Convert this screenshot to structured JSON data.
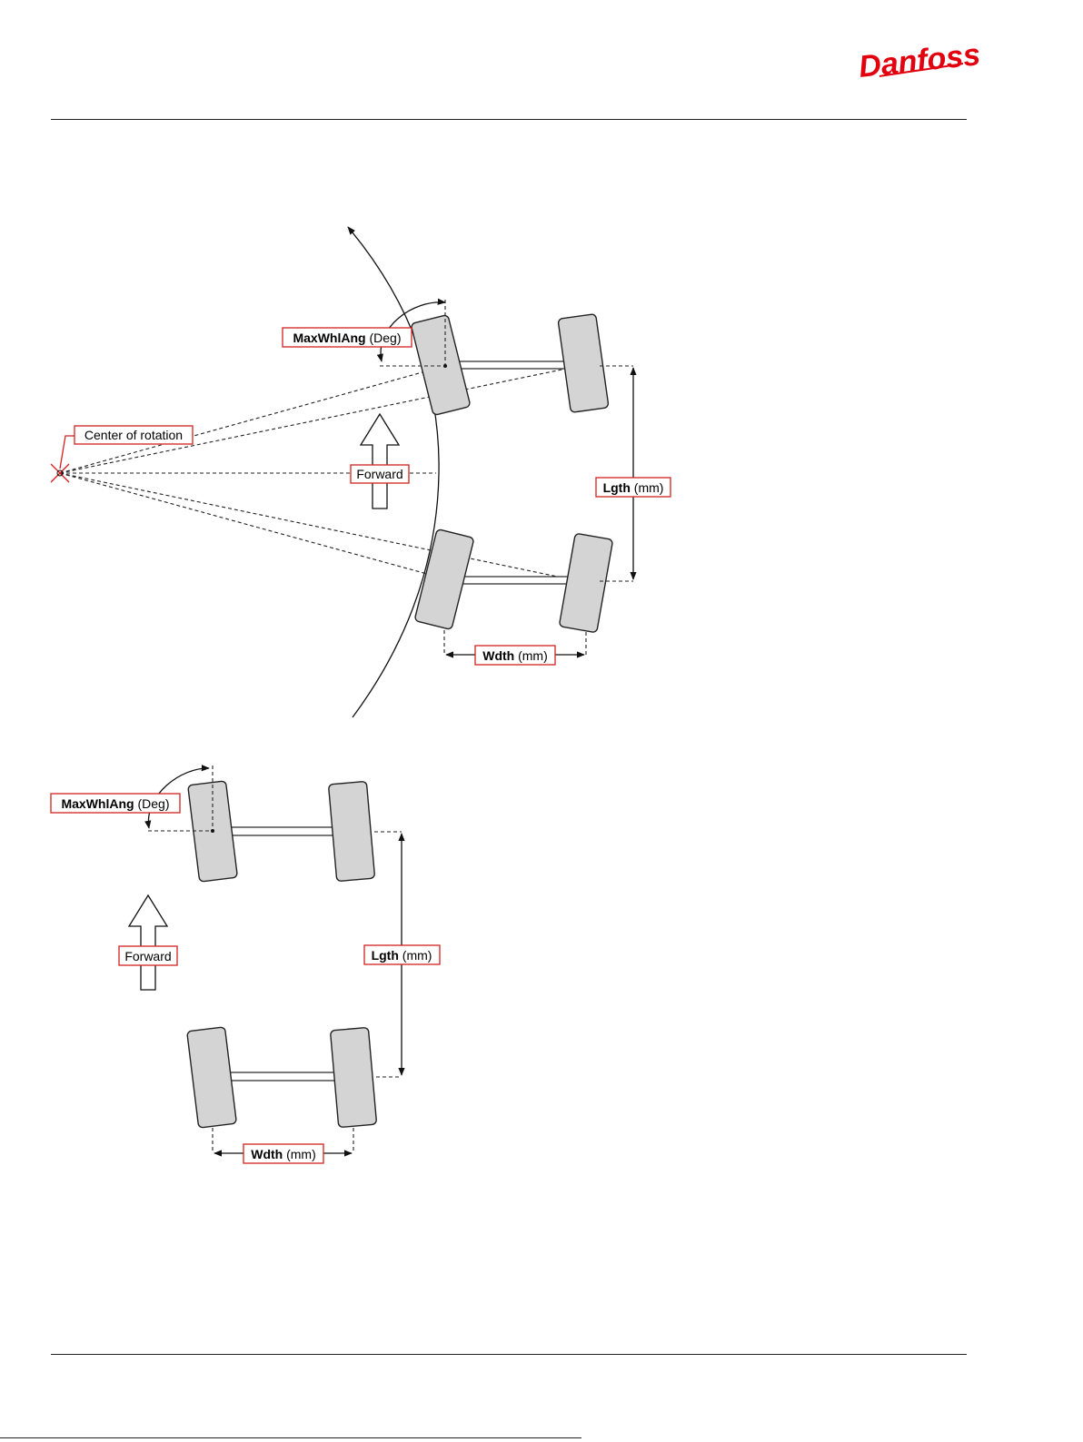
{
  "brand": {
    "logo_text": "Danfoss",
    "color": "#E2000F"
  },
  "labels": {
    "max_wheel_angle": "MaxWhlAng",
    "deg_unit": "(Deg)",
    "length": "Lgth",
    "width": "Wdth",
    "mm_unit": "(mm)",
    "forward": "Forward",
    "center_of_rotation": "Center of rotation"
  },
  "colors": {
    "label_border": "#D42020",
    "tire_fill": "#D4D4D4",
    "line": "#222222"
  }
}
